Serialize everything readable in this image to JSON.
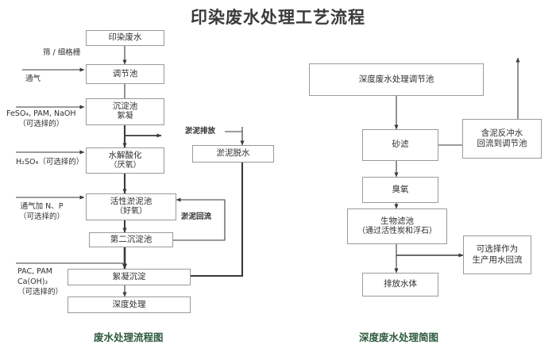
{
  "title": "印染废水处理工艺流程",
  "colors": {
    "title": "#3a3a3a",
    "caption": "#2f5b3f",
    "box_border": "#9a9a9a",
    "wire": "#3a3a3a",
    "background": "#ffffff"
  },
  "left_diagram": {
    "caption": "废水处理流程图",
    "boxes": [
      {
        "id": "dyeing-wastewater",
        "line1": "印染废水",
        "line2": ""
      },
      {
        "id": "equalization-tank",
        "line1": "调节池",
        "line2": ""
      },
      {
        "id": "sedimentation-tank",
        "line1": "沉淀池",
        "line2": "絮凝"
      },
      {
        "id": "hydrolysis-acid",
        "line1": "水解酸化",
        "line2": "（厌氧）"
      },
      {
        "id": "activated-sludge",
        "line1": "活性淤泥池",
        "line2": "（好氧）"
      },
      {
        "id": "second-sediment",
        "line1": "第二沉淀池",
        "line2": ""
      },
      {
        "id": "coagulation-sed",
        "line1": "絮凝沉淀",
        "line2": ""
      },
      {
        "id": "advanced-treatment",
        "line1": "深度处理",
        "line2": ""
      },
      {
        "id": "sludge-dewatering",
        "line1": "淤泥脱水",
        "line2": ""
      }
    ],
    "labels": [
      {
        "id": "screen-grid",
        "line1": "筛 / 细格栅",
        "line2": ""
      },
      {
        "id": "aeration",
        "line1": "通气",
        "line2": ""
      },
      {
        "id": "feso4-pam-naoh",
        "line1": "FeSO₄, PAM, NaOH",
        "line2": "（可选择的）"
      },
      {
        "id": "h2so4",
        "line1": "H₂SO₄（可选择的）",
        "line2": ""
      },
      {
        "id": "aeration-n-p",
        "line1": "通气加 N、P",
        "line2": "（可选择的）"
      },
      {
        "id": "pac-pam-caoh2",
        "line1": "PAC, PAM",
        "line2": "Ca(OH)₂",
        "line3": "（可选择的）"
      },
      {
        "id": "sludge-discharge",
        "line1": "淤泥排放",
        "line2": ""
      },
      {
        "id": "sludge-return",
        "line1": "淤泥回流",
        "line2": ""
      }
    ]
  },
  "right_diagram": {
    "caption": "深度废水处理简图",
    "boxes": [
      {
        "id": "advanced-equalization",
        "line1": "深度废水处理调节池",
        "line2": ""
      },
      {
        "id": "sand-filter",
        "line1": "砂滤",
        "line2": ""
      },
      {
        "id": "ozone",
        "line1": "臭氧",
        "line2": ""
      },
      {
        "id": "biofilter",
        "line1": "生物滤池",
        "line2": "（通过活性炭和浮石）"
      },
      {
        "id": "discharge-water",
        "line1": "排放水体",
        "line2": ""
      },
      {
        "id": "backwash-return",
        "line1": "含泥反冲水",
        "line2": "回流到调节池"
      },
      {
        "id": "production-reuse",
        "line1": "可选择作为",
        "line2": "生产用水回流"
      }
    ]
  }
}
